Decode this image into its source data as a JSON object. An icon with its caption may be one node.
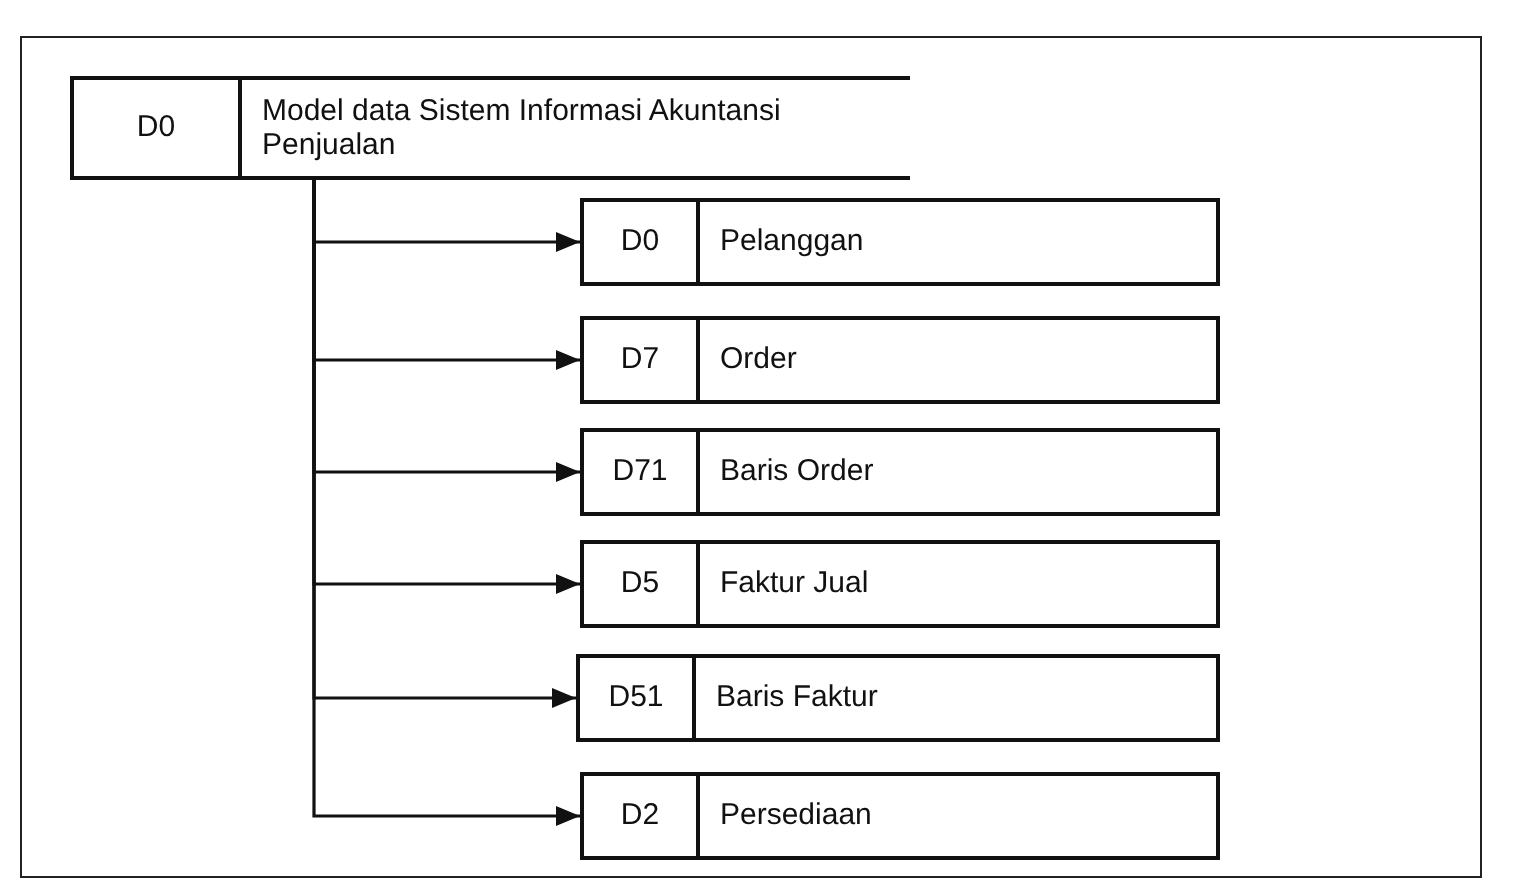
{
  "diagram": {
    "nodes": [
      {
        "text": [
          "D0",
          "Model data Sistem Informasi Akuntansi Penjualan"
        ]
      },
      {
        "text": [
          "D0",
          "Pelanggan"
        ]
      },
      {
        "text": [
          "D7",
          "Order"
        ]
      },
      {
        "text": [
          "D71",
          "Baris Order"
        ]
      },
      {
        "text": [
          "D5",
          "Faktur Jual"
        ]
      },
      {
        "text": [
          "D51",
          "Baris Faktur"
        ]
      },
      {
        "text": [
          "D2",
          "Persediaan"
        ]
      }
    ],
    "edges": [
      {
        "from": 0,
        "to": 1,
        "arrow": "to"
      },
      {
        "from": 0,
        "to": 2,
        "arrow": "to"
      },
      {
        "from": 0,
        "to": 3,
        "arrow": "to"
      },
      {
        "from": 0,
        "to": 4,
        "arrow": "to"
      },
      {
        "from": 0,
        "to": 5,
        "arrow": "to"
      },
      {
        "from": 0,
        "to": 6,
        "arrow": "to"
      }
    ]
  }
}
